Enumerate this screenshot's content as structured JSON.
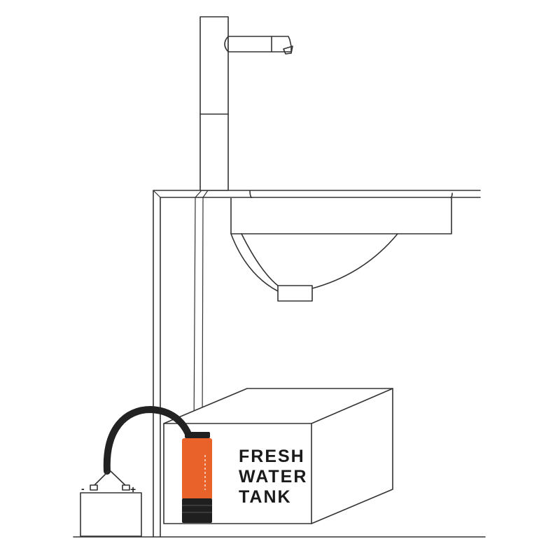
{
  "diagram": {
    "tank_label_lines": [
      "FRESH",
      "WATER",
      "TANK"
    ],
    "battery_negative_label": "-",
    "battery_positive_label": "+"
  },
  "colors": {
    "line": "#333333",
    "pump_body": "#e8622a",
    "pump_cap": "#1f1f1f",
    "cable": "#222222",
    "background": "#ffffff"
  }
}
